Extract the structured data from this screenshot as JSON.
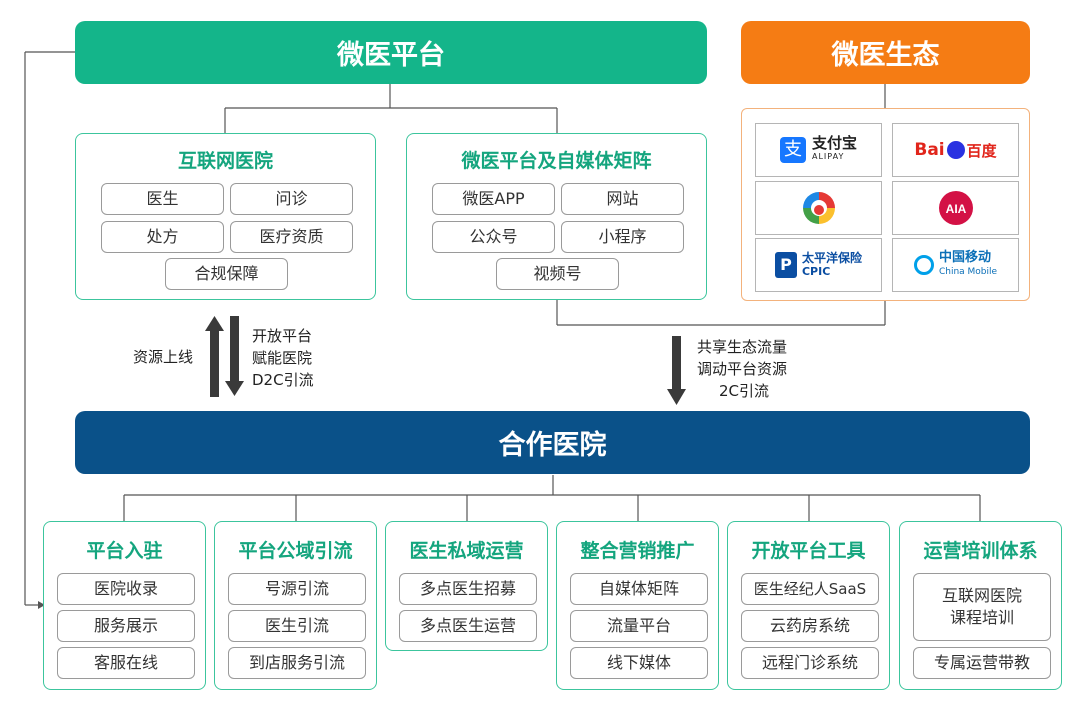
{
  "platform": {
    "title": "微医平台"
  },
  "ecosystem": {
    "title": "微医生态",
    "partners": [
      {
        "name": "支付宝",
        "sub": "ALIPAY"
      },
      {
        "name": "百度",
        "brand": "Bai"
      },
      {
        "name": ""
      },
      {
        "name": "AIA"
      },
      {
        "name": "太平洋保险",
        "sub": "CPIC"
      },
      {
        "name": "中国移动",
        "sub": "China Mobile"
      }
    ]
  },
  "internet_hospital": {
    "title": "互联网医院",
    "items": [
      "医生",
      "问诊",
      "处方",
      "医疗资质",
      "合规保障"
    ]
  },
  "media_matrix": {
    "title": "微医平台及自媒体矩阵",
    "items": [
      "微医APP",
      "网站",
      "公众号",
      "小程序",
      "视频号"
    ]
  },
  "flows": {
    "left_up": "资源上线",
    "left_down": [
      "开放平台",
      "赋能医院",
      "D2C引流"
    ],
    "right_down": [
      "共享生态流量",
      "调动平台资源",
      "2C引流"
    ]
  },
  "partner_hospital": {
    "title": "合作医院"
  },
  "services": [
    {
      "title": "平台入驻",
      "items": [
        "医院收录",
        "服务展示",
        "客服在线"
      ]
    },
    {
      "title": "平台公域引流",
      "items": [
        "号源引流",
        "医生引流",
        "到店服务引流"
      ]
    },
    {
      "title": "医生私域运营",
      "items": [
        "多点医生招募",
        "多点医生运营"
      ]
    },
    {
      "title": "整合营销推广",
      "items": [
        "自媒体矩阵",
        "流量平台",
        "线下媒体"
      ]
    },
    {
      "title": "开放平台工具",
      "items": [
        "医生经纪人SaaS",
        "云药房系统",
        "远程门诊系统"
      ]
    },
    {
      "title": "运营培训体系",
      "items": [
        "互联网医院\n课程培训",
        "专属运营带教"
      ]
    }
  ],
  "colors": {
    "green": "#14b58a",
    "orange": "#f57c14",
    "blue": "#0a5189",
    "arrow": "#3a3a3a"
  }
}
